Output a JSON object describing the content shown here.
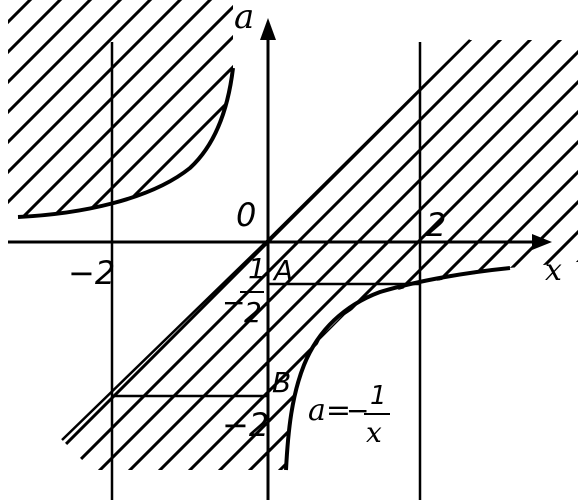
{
  "axes": {
    "x_label": "x",
    "y_label": "a",
    "origin_label": "0"
  },
  "ticks": {
    "x_neg_two": "−2",
    "x_pos_two": "2",
    "y_neg_two": "−2",
    "y_half_num": "1",
    "y_half_minus": "−",
    "y_half_den": "2"
  },
  "points": {
    "a": "A",
    "b": "B"
  },
  "curve_label": {
    "lhs": "a=",
    "minus": "−",
    "num": "1",
    "den": "x"
  },
  "colors": {
    "ink": "#000000",
    "paper": "#ffffff"
  }
}
